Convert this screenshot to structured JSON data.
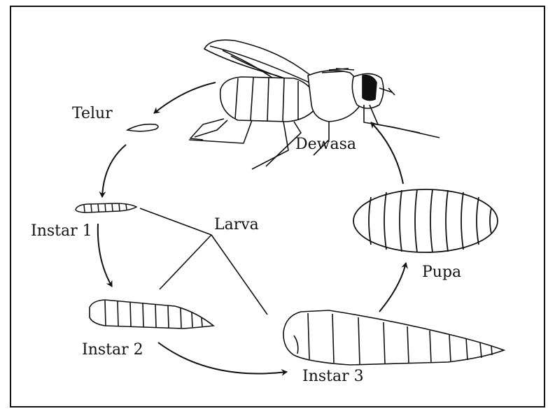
{
  "diagram": {
    "labels": {
      "telur": "Telur",
      "instar1": "Instar 1",
      "larva": "Larva",
      "instar2": "Instar 2",
      "instar3": "Instar 3",
      "pupa": "Pupa",
      "dewasa": "Dewasa"
    },
    "stages": [
      "Telur",
      "Instar 1",
      "Instar 2",
      "Instar 3",
      "Pupa",
      "Dewasa"
    ]
  }
}
